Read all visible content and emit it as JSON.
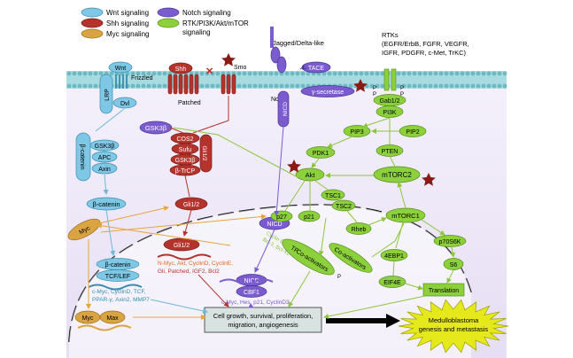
{
  "legend": {
    "wnt": "Wnt signaling",
    "shh": "Shh signaling",
    "myc": "Myc signaling",
    "notch": "Notch signaling",
    "rtk_line1": "RTK/PI3K/Akt/mTOR",
    "rtk_line2": "signaling"
  },
  "colors": {
    "wnt": "#7ec8e6",
    "shh": "#b5332d",
    "myc": "#d9a441",
    "notch": "#7a5ccf",
    "rtk": "#8cd13c",
    "membrane": "#9ad5d8",
    "cytoplasm": "#ece7f7"
  },
  "membrane": {
    "jagged": "Jagged/Delta-like",
    "tace": "TACE",
    "notch": "Notch",
    "nicd_membrane": "NICD",
    "gamma_secretase": "γ-secretase",
    "rtks_title": "RTKs",
    "rtks_line1": "(EGFR/ErbB, FGFR, VEGFR,",
    "rtks_line2": "IGFR, PDGFR, c-Met, TrKC)",
    "p1": "P",
    "p2": "P",
    "p3": "P",
    "p4": "P"
  },
  "wnt": {
    "wnt": "Wnt",
    "frizzled": "Frizzled",
    "lrp": "LRP",
    "dvl": "Dvl",
    "bcatenin_complex": "β-catenin",
    "gsk3b": "GSK3β",
    "apc": "APC",
    "axin": "Axin",
    "bcatenin_free": "β-catenin"
  },
  "shh": {
    "shh": "Shh",
    "patched": "Patched",
    "smo": "Smo",
    "gsk3b_top": "GSK3β",
    "cos2": "COS2",
    "sufu": "Sufu",
    "gsk3b": "GSK3β",
    "btrcp": "β-TrCP",
    "gli_side": "Gli1/2",
    "gli_cyto": "Gli1/2",
    "gli_nuc": "Gli1/2"
  },
  "notch": {
    "nicd_cyto": "NICD",
    "nicd_nuc": "NICD",
    "cbf1": "CBF1"
  },
  "rtk": {
    "gab12": "Gab1/2",
    "pi3k": "PI3K",
    "pip3": "PIP3",
    "pip2": "PIP2",
    "pten": "PTEN",
    "pdk1": "PDK1",
    "akt": "Akt",
    "mtorc2": "mTORC2",
    "tsc1": "TSC1",
    "tsc2": "TSC2",
    "p27": "p27",
    "p21": "p21",
    "rheb": "Rheb",
    "mtorc1": "mTORC1",
    "p70s6k": "p70S6K",
    "ebp1": "4EBP1",
    "s6": "S6",
    "eif4e": "EIF4E",
    "translation": "Translation",
    "coactivators": "Co-activators",
    "tf": "TF",
    "coactivators_nuc": "Co-activators",
    "p_nuc": "P"
  },
  "myc": {
    "myc_cyto": "Myc",
    "myc_nuc": "Myc",
    "max": "Max"
  },
  "nucleus": {
    "bcatenin": "β-catenin",
    "tcflef": "TCF/LEF",
    "wnt_targets_1": "c-Myc, CyclinD, TCF,",
    "wnt_targets_2": "PPAR-γ, Axin2, MMP7",
    "shh_targets_1": "N-Myc, Akt, CyclinD, CyclinE,",
    "shh_targets_2": "Gli, Patched, IGF2, Bcl2",
    "notch_targets": "c-Myc, Hes, p21, CyclinD3",
    "rtk_targets_1": "Cyclin D1,",
    "rtk_targets_2": "Bcl-2, Bcl-XL"
  },
  "outcome": {
    "cell_line1": "Cell growth, survival, proliferation,",
    "cell_line2": "migration, angiogenesis",
    "mb_line1": "Medulloblastoma",
    "mb_line2": "genesis and metastasis"
  }
}
